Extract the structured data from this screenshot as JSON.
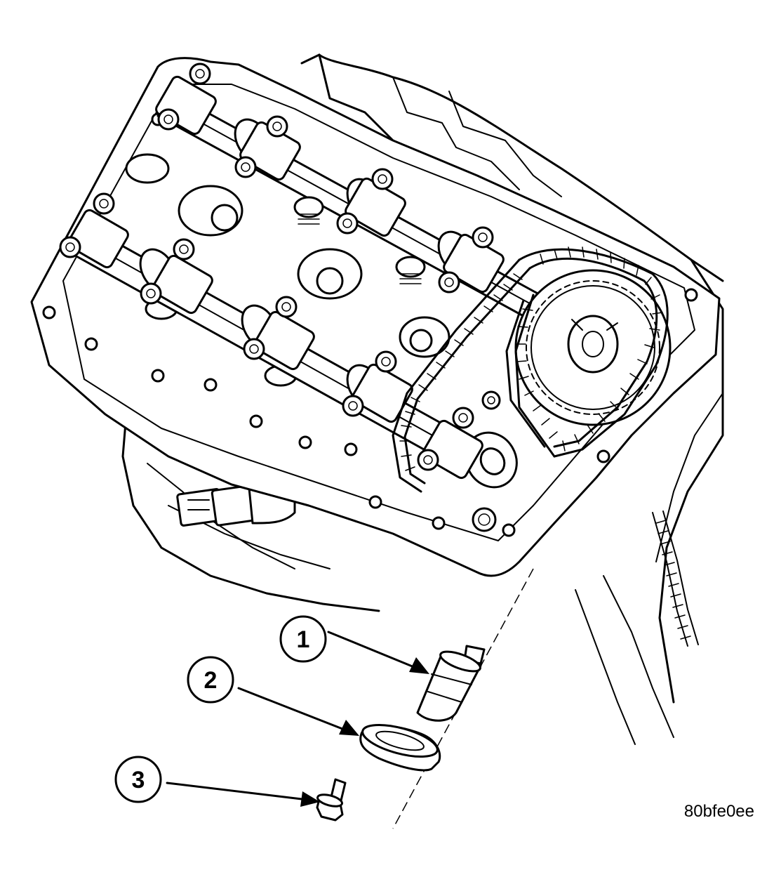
{
  "figure_code": "80bfe0ee",
  "callouts": [
    {
      "number": "1"
    },
    {
      "number": "2"
    },
    {
      "number": "3"
    }
  ],
  "colors": {
    "ink": "#000000",
    "paper": "#ffffff"
  }
}
